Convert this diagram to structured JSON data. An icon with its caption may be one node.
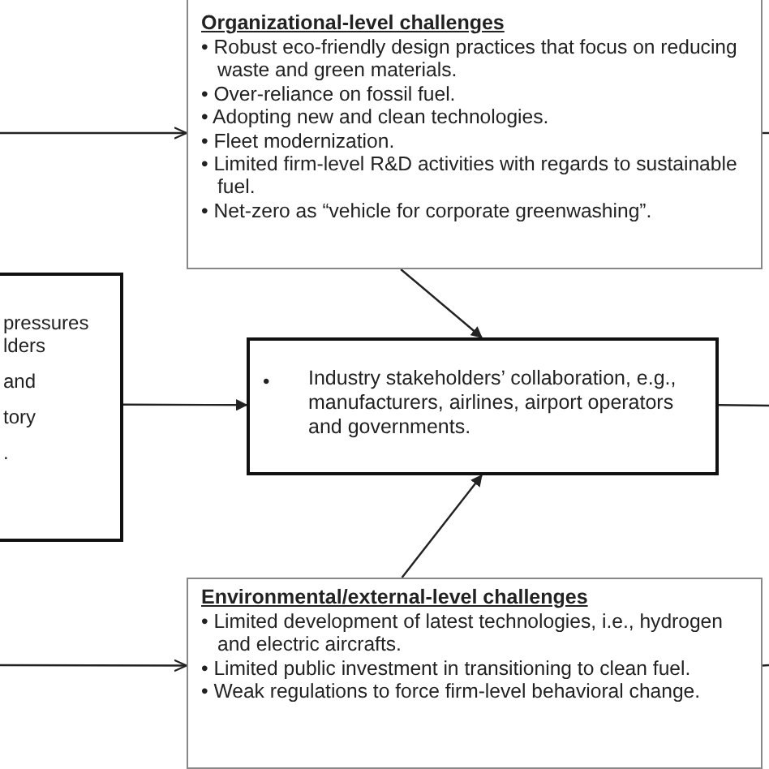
{
  "diagram": {
    "nodes": [
      {
        "text": [
          "Organizational-level challenges",
          "• Robust eco-friendly design practices that focus on reducing waste and green materials.",
          "• Over-reliance on fossil fuel.",
          "• Adopting new and clean technologies.",
          "• Fleet modernization.",
          "• Limited firm-level R&D activities with regards to sustainable fuel.",
          "• Net-zero as “vehicle for corporate greenwashing”."
        ]
      },
      {
        "text": [
          "pressures lders",
          "and",
          "tory",
          "."
        ]
      },
      {
        "text": [
          "•",
          "Industry stakeholders’ collaboration, e.g., manufacturers, airlines, airport operators and governments."
        ]
      },
      {
        "text": [
          "Environmental/external-level challenges",
          "• Limited development of latest technologies, i.e., hydrogen and electric aircrafts.",
          "• Limited public investment in transitioning to clean fuel.",
          "• Weak regulations to force firm-level behavioral change."
        ]
      }
    ],
    "edges": [
      {
        "from": null,
        "to": 0,
        "arrow": "to"
      },
      {
        "from": 0,
        "to": null,
        "arrow": "none"
      },
      {
        "from": 0,
        "to": 2,
        "arrow": "to"
      },
      {
        "from": 1,
        "to": 2,
        "arrow": "to"
      },
      {
        "from": 2,
        "to": null,
        "arrow": "none"
      },
      {
        "from": 3,
        "to": 2,
        "arrow": "to"
      },
      {
        "from": null,
        "to": 3,
        "arrow": "to"
      },
      {
        "from": 3,
        "to": null,
        "arrow": "none"
      }
    ]
  }
}
